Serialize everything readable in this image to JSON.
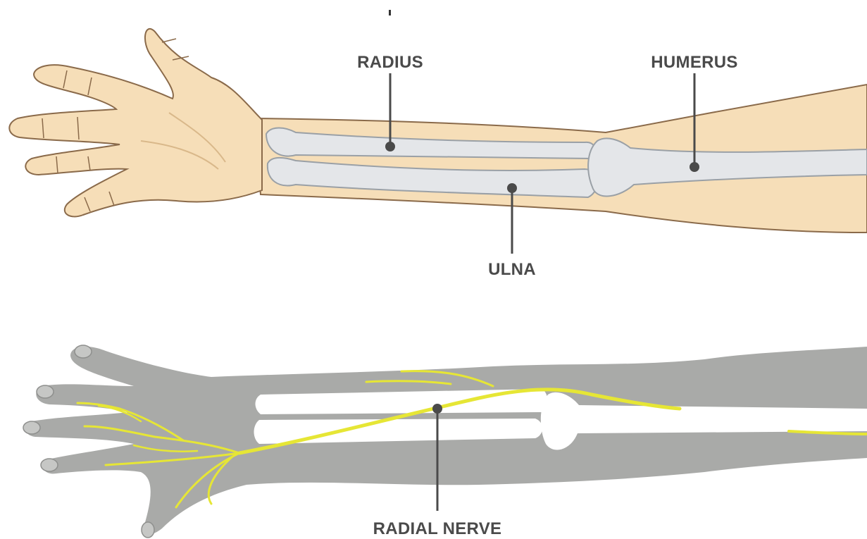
{
  "top_arm": {
    "labels": {
      "radius": "RADIUS",
      "humerus": "HUMERUS",
      "ulna": "ULNA"
    }
  },
  "bottom_arm": {
    "labels": {
      "radial_nerve": "RADIAL NERVE"
    }
  },
  "colors": {
    "skin": "#f6deb8",
    "skin_outline": "#8a6a4a",
    "bone": "#e4e6e9",
    "bone_outline": "#9aa0a6",
    "silhouette": "#a9aaa8",
    "nerve": "#e6e635",
    "label_text": "#4a4a4a"
  }
}
